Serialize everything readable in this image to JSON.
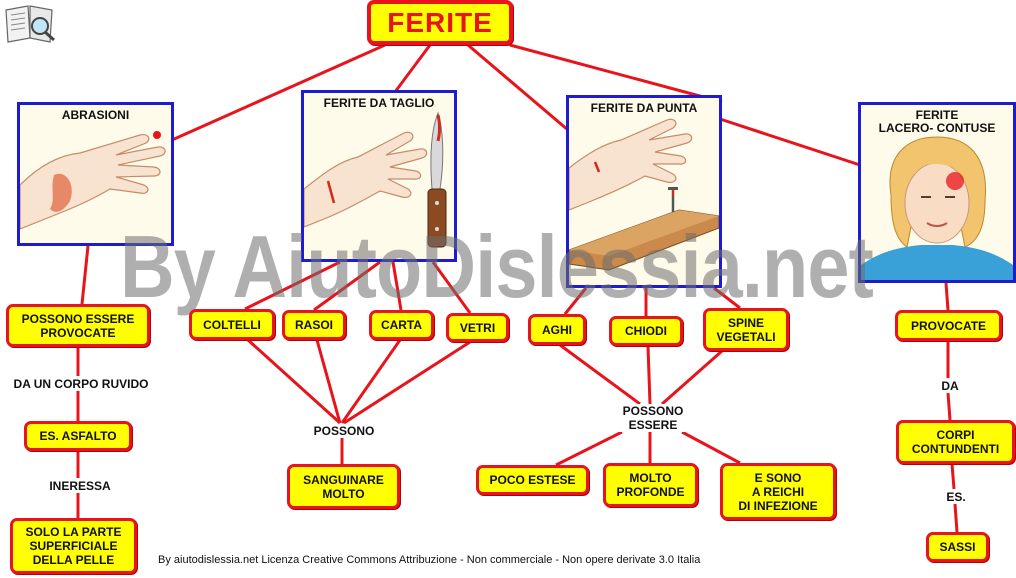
{
  "title": "FERITE",
  "watermark": "By AiutoDislessia.net",
  "footer": "By aiutodislessia.net Licenza Creative Commons Attribuzione - Non commerciale - Non opere derivate 3.0 Italia",
  "logo_icon": "book-magnifier-icon",
  "colors": {
    "box_fill": "#ffff00",
    "box_border": "#e8141c",
    "image_border": "#1d1dcf",
    "connector": "#e8141c"
  },
  "categories": {
    "abrasioni": "ABRASIONI",
    "taglio": "FERITE DA TAGLIO",
    "punta": "FERITE DA PUNTA",
    "lacero": "FERITE\nLACERO- CONTUSE"
  },
  "abrasioni_branch": {
    "possono_essere": "POSSONO ESSERE\nPROVOCATE",
    "da_corpo": "DA UN CORPO RUVIDO",
    "asfalto": "ES. ASFALTO",
    "interessa": "INERESSA",
    "solo_parte": "SOLO LA PARTE\nSUPERFICIALE\nDELLA PELLE"
  },
  "taglio_branch": {
    "coltelli": "COLTELLI",
    "rasoi": "RASOI",
    "carta": "CARTA",
    "vetri": "VETRI",
    "possono": "POSSONO",
    "sanguinare": "SANGUINARE\nMOLTO"
  },
  "punta_branch": {
    "aghi": "AGHI",
    "chiodi": "CHIODI",
    "spine": "SPINE\nVEGETALI",
    "possono_essere": "POSSONO\nESSERE",
    "poco_estese": "POCO ESTESE",
    "molto_profonde": "MOLTO\nPROFONDE",
    "rischi": "E SONO\nA REICHI\nDI INFEZIONE"
  },
  "lacero_branch": {
    "provocate": "PROVOCATE",
    "da": "DA",
    "corpi": "CORPI\nCONTUNDENTI",
    "es": "ES.",
    "sassi": "SASSI"
  }
}
